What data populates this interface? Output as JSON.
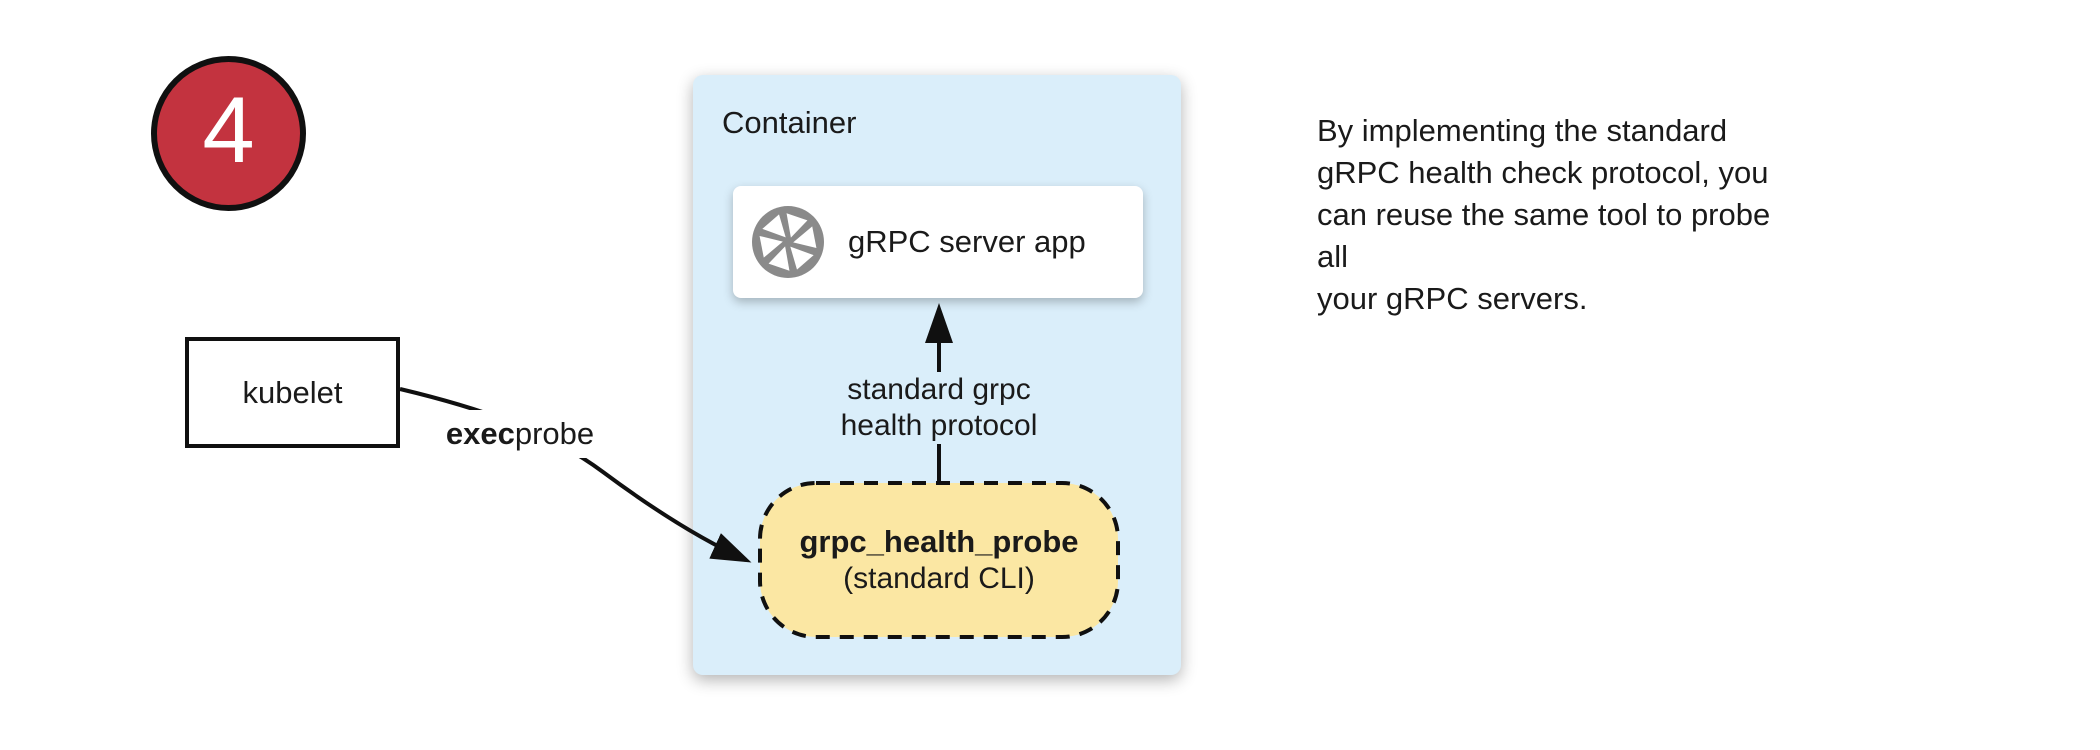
{
  "step_badge": {
    "number": "4"
  },
  "kubelet_box": {
    "label": "kubelet"
  },
  "exec_probe": {
    "bold": "exec",
    "rest": "probe"
  },
  "container": {
    "title": "Container",
    "server_card": {
      "label": "gRPC server app",
      "icon": "grpc-aperture-icon"
    },
    "probe_pill": {
      "title": "grpc_health_probe",
      "subtitle": "(standard CLI)"
    },
    "protocol_label": {
      "text": "standard grpc\nhealth protocol"
    }
  },
  "note": {
    "text": "By implementing the standard\ngRPC health check protocol, you\ncan reuse the same tool to probe all\nyour gRPC servers."
  },
  "colors": {
    "badge_red": "#c3333f",
    "container_blue": "#daeefa",
    "pill_yellow": "#fbe7a3",
    "icon_gray": "#8a8a8a",
    "line_black": "#101010"
  }
}
